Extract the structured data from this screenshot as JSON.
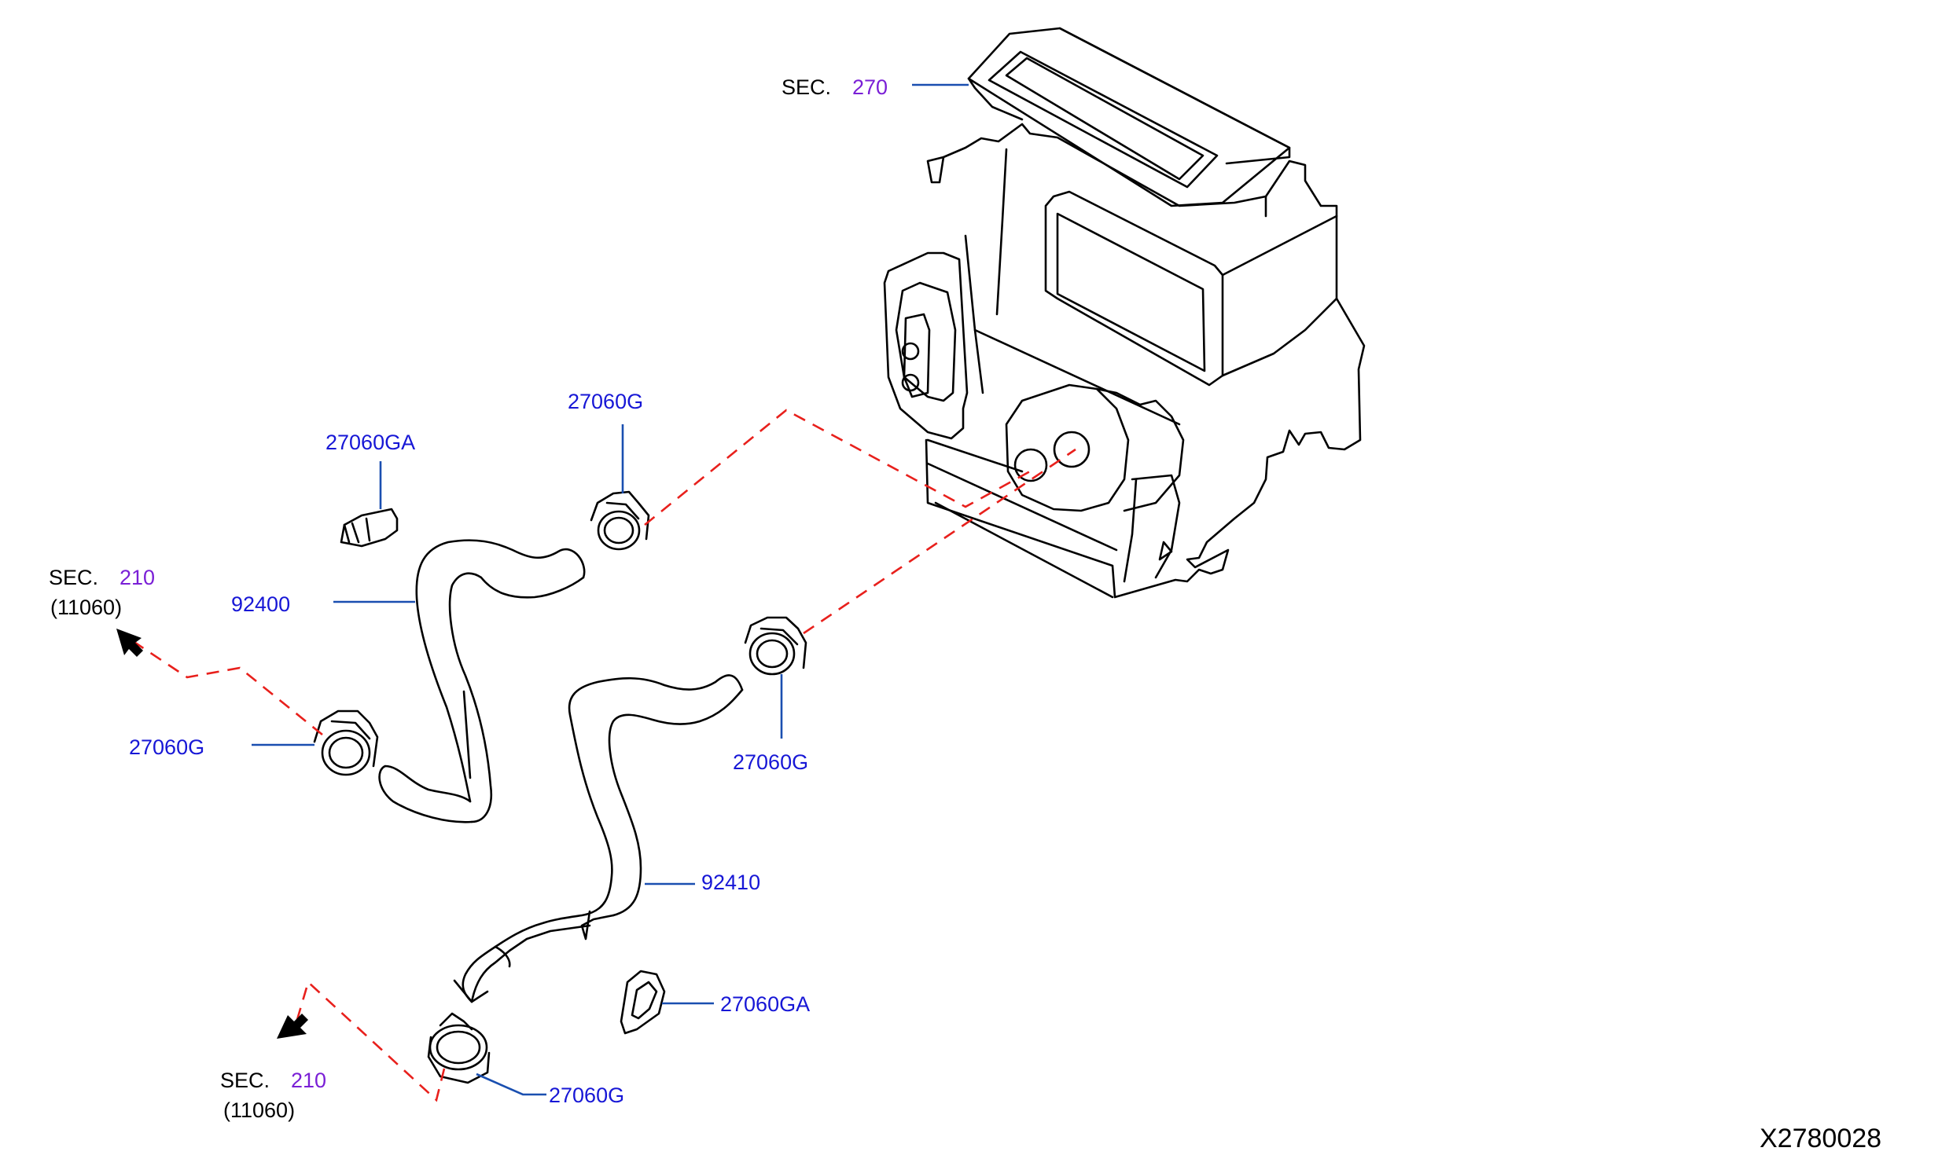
{
  "parts": {
    "clip_g_top": "27060G",
    "clip_ga_top": "27060GA",
    "hose_upper": "92400",
    "clip_g_left": "27060G",
    "clip_g_mid": "27060G",
    "hose_lower": "92410",
    "clip_ga_bottom": "27060GA",
    "clip_g_bottom": "27060G"
  },
  "sections": {
    "heater_unit": {
      "sec": "SEC.",
      "num": "270"
    },
    "engine_upper": {
      "sec": "SEC.",
      "num": "210",
      "sub": "(11060)"
    },
    "engine_lower": {
      "sec": "SEC.",
      "num": "210",
      "sub": "(11060)"
    }
  },
  "diagram_code": "X2780028",
  "colors": {
    "part_number": "#1717d6",
    "section_number": "#7a1fd6",
    "connection_line": "#e8201c",
    "leader": "#1a4fb0"
  }
}
